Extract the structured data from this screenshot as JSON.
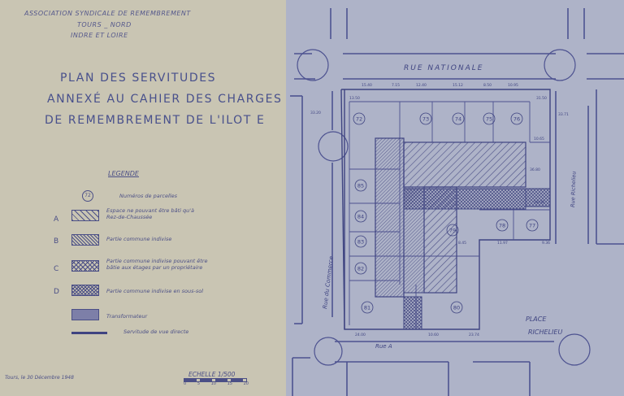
{
  "header": {
    "line1": "ASSOCIATION SYNDICALE DE REMEMBREMENT",
    "line2": "TOURS _ NORD",
    "line3": "INDRE ET LOIRE"
  },
  "title": {
    "line1": "PLAN DES SERVITUDES",
    "line2": "ANNEXÉ AU CAHIER DES CHARGES",
    "line3": "DE REMEMBREMENT DE L'ILOT E"
  },
  "legend": {
    "heading": "LEGENDE",
    "parcel_marker": "72",
    "parcel_label": "Numéros de parcelles",
    "items": [
      {
        "letter": "A",
        "text1": "Espace ne pouvant être bâti qu'à",
        "text2": "Rez-de-Chaussée"
      },
      {
        "letter": "B",
        "text1": "Partie commune indivise",
        "text2": ""
      },
      {
        "letter": "C",
        "text1": "Partie commune indivise pouvant être",
        "text2": "bâtie aux étages par un propriétaire"
      },
      {
        "letter": "D",
        "text1": "Partie commune indivise en sous-sol",
        "text2": ""
      },
      {
        "letter": "",
        "text1": "Transformateur",
        "text2": ""
      },
      {
        "letter": "",
        "text1": "Servitude de vue directe",
        "text2": ""
      }
    ]
  },
  "footer": {
    "place_date": "Tours, le 30 Décembre 1948",
    "scale_label": "ECHELLE  1/500",
    "scale_ticks": [
      "0",
      "5",
      "10",
      "15",
      "20"
    ]
  },
  "map": {
    "streets": {
      "north": "RUE NATIONALE",
      "west": "Rue du Commerce",
      "east": "Rue Richelieu",
      "south": "Rue A",
      "place": "PLACE",
      "place2": "RICHELIEU"
    },
    "parcels": [
      "72",
      "73",
      "74",
      "75",
      "76",
      "85",
      "84",
      "83",
      "82",
      "81",
      "80",
      "79",
      "78",
      "77"
    ],
    "dimensions_top": [
      "15.40",
      "7.15",
      "12.40",
      "15.12",
      "8.50",
      "10.95"
    ],
    "dimensions_misc": [
      "13.50",
      "31.50",
      "10.65",
      "36.80",
      "18.00",
      "8.45",
      "11.97",
      "9.36",
      "24.00",
      "10.60",
      "23.74",
      "33.20",
      "33.71"
    ]
  }
}
